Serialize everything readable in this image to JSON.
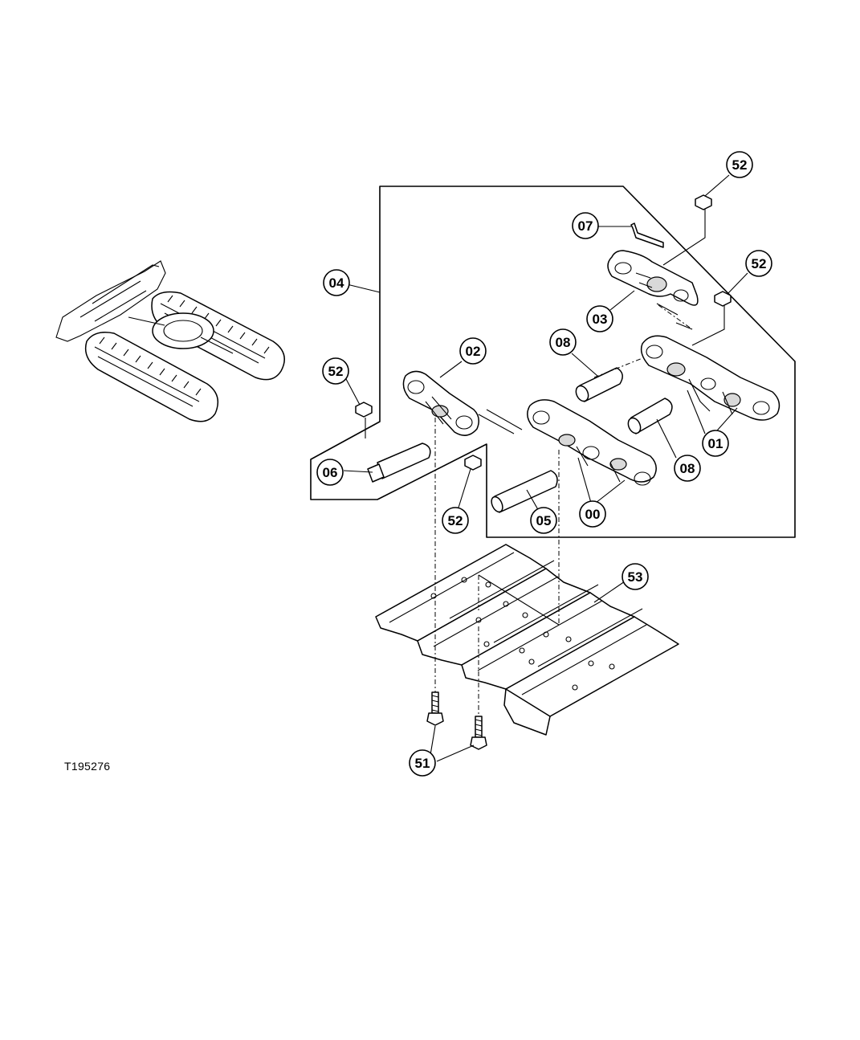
{
  "figure": {
    "id": "T195276"
  },
  "callouts": [
    {
      "id": "c-52-top",
      "label": "52"
    },
    {
      "id": "c-07",
      "label": "07"
    },
    {
      "id": "c-52-right",
      "label": "52"
    },
    {
      "id": "c-04",
      "label": "04"
    },
    {
      "id": "c-03",
      "label": "03"
    },
    {
      "id": "c-08-top",
      "label": "08"
    },
    {
      "id": "c-02",
      "label": "02"
    },
    {
      "id": "c-52-left",
      "label": "52"
    },
    {
      "id": "c-01",
      "label": "01"
    },
    {
      "id": "c-08-right",
      "label": "08"
    },
    {
      "id": "c-06",
      "label": "06"
    },
    {
      "id": "c-52-mid",
      "label": "52"
    },
    {
      "id": "c-05",
      "label": "05"
    },
    {
      "id": "c-00",
      "label": "00"
    },
    {
      "id": "c-53",
      "label": "53"
    },
    {
      "id": "c-51",
      "label": "51"
    }
  ]
}
